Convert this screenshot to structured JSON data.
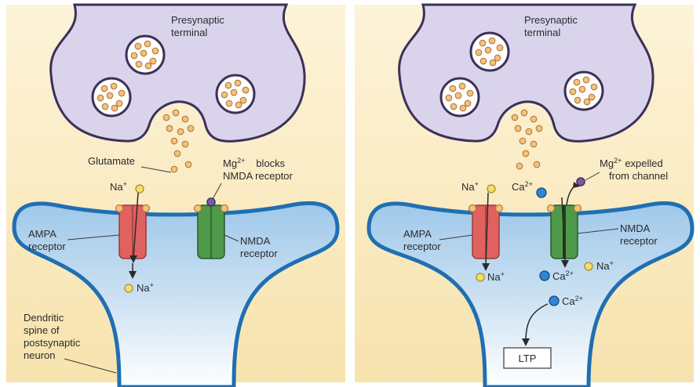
{
  "left_panel": {
    "presynaptic_line1": "Presynaptic",
    "presynaptic_line2": "terminal",
    "glutamate": "Glutamate",
    "na_ion_top": "Na",
    "na_ion_bottom": "Na",
    "mg_label_a": "Mg",
    "mg_charge": "2+",
    "mg_label_b": "blocks",
    "mg_label_line2": "NMDA receptor",
    "ampa_line1": "AMPA",
    "ampa_line2": "receptor",
    "nmda_line1": "NMDA",
    "nmda_line2": "receptor",
    "dendritic_line1": "Dendritic",
    "dendritic_line2": "spine of",
    "dendritic_line3": "postsynaptic",
    "dendritic_line4": "neuron"
  },
  "right_panel": {
    "presynaptic_line1": "Presynaptic",
    "presynaptic_line2": "terminal",
    "na_ion_top": "Na",
    "ca_ion_top": "Ca",
    "ca_charge": "2+",
    "mg_label_a": "Mg",
    "mg_charge": "2+",
    "mg_label_b": "expelled",
    "mg_label_line2": "from channel",
    "ampa_line1": "AMPA",
    "ampa_line2": "receptor",
    "nmda_line1": "NMDA",
    "nmda_line2": "receptor",
    "na_ion_bottom": "Na",
    "ca_ion_bottom": "Ca",
    "na_ion_side": "Na",
    "ca_ion_lower": "Ca",
    "ltp": "LTP"
  },
  "colors": {
    "presynaptic_fill": "#d9d4ec",
    "membrane": "#1f6fb2",
    "ampa": "#e0625f",
    "nmda": "#4f9a4a",
    "glutamate": "#d8984a",
    "sodium": "#f1de6e",
    "calcium": "#2f86d6",
    "magnesium": "#6a4a9a",
    "background": "#fbeec9"
  }
}
